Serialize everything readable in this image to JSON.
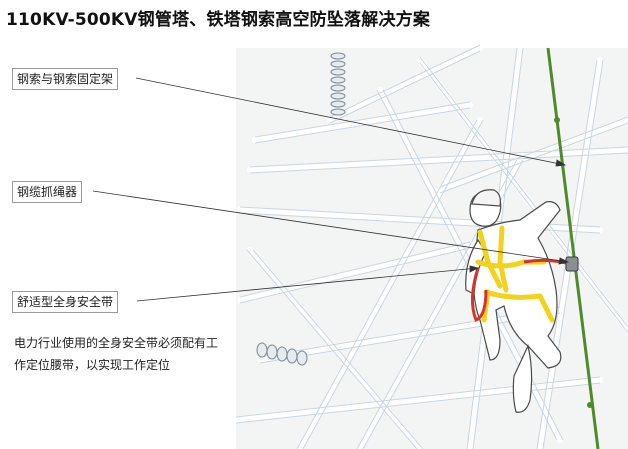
{
  "title": "110KV-500KV钢管塔、铁塔钢索高空防坠落解决方案",
  "callouts": [
    {
      "label": "钢索与钢索固定架"
    },
    {
      "label": "钢缆抓绳器"
    },
    {
      "label": "舒适型全身安全带"
    }
  ],
  "description": "电力行业使用的全身安全带必须配有工作定位腰带，以实现工作定位",
  "colors": {
    "cable": "#4f8a2a",
    "harness": "#f2d21b",
    "lanyard": "#d8322b",
    "tower_lines": "#c9d6e2",
    "worker_outline": "#4a4a4a"
  },
  "icons": [
    "insulator-icon",
    "worker-figure",
    "rope-grab-device"
  ]
}
